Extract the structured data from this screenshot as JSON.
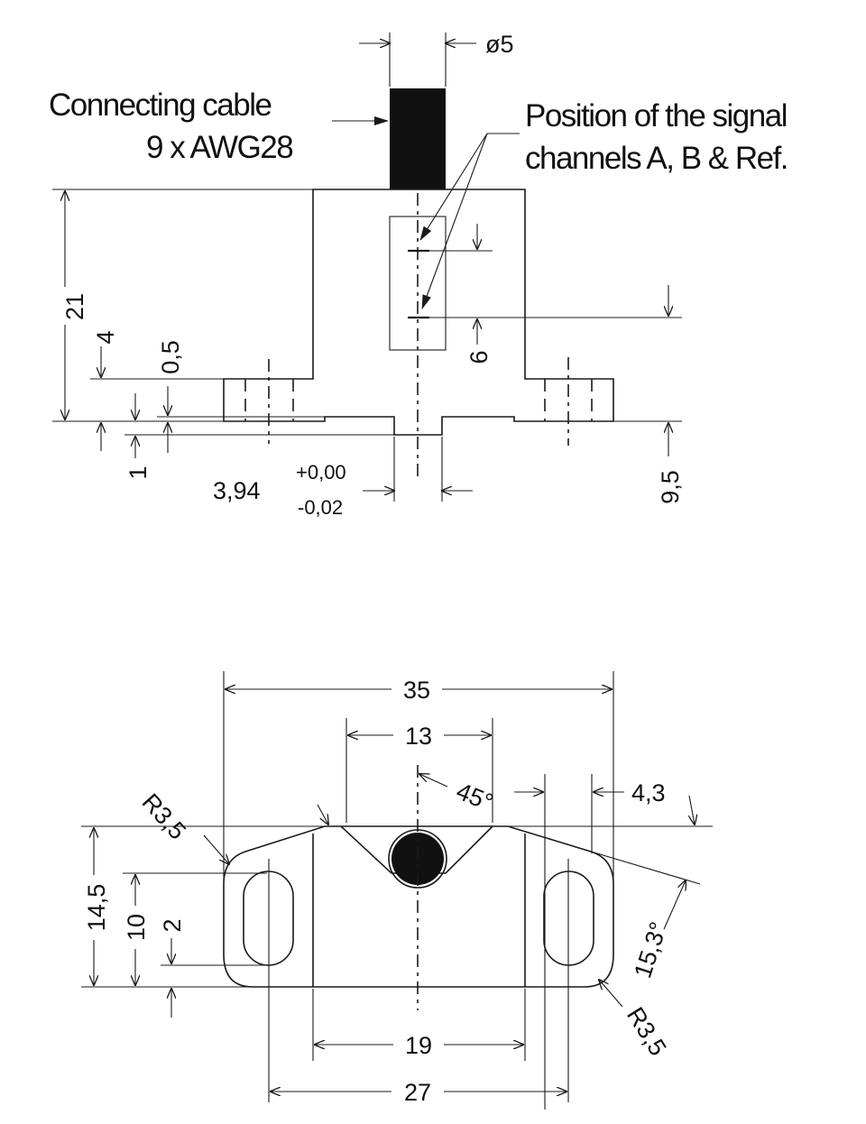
{
  "labels": {
    "cable_line1": "Connecting cable",
    "cable_line2": "9 x AWG28",
    "signal_line1": "Position of the signal",
    "signal_line2": "channels A, B & Ref."
  },
  "dims": {
    "d_cable": "ø5",
    "d21": "21",
    "d4": "4",
    "d05": "0,5",
    "d1": "1",
    "d394": "3,94",
    "tol_plus": "+0,00",
    "tol_minus": "-0,02",
    "d95": "9,5",
    "d6": "6",
    "d35": "35",
    "d13": "13",
    "d45": "45°",
    "d43": "4,3",
    "r_left": "R3,5",
    "r_right": "R3,5",
    "d145": "14,5",
    "d10": "10",
    "d2": "2",
    "d153": "15,3°",
    "d19": "19",
    "d27": "27"
  }
}
